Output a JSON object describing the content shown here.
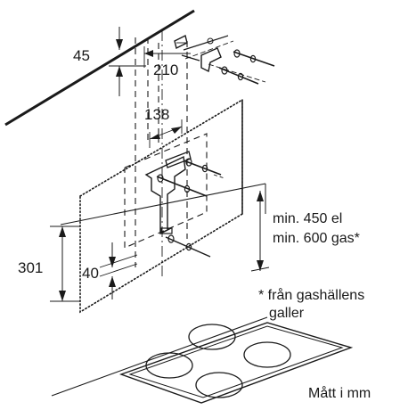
{
  "dimensions": {
    "d45": "45",
    "d210": "210",
    "d138": "138",
    "d301": "301",
    "d40": "40",
    "min_el": "min. 450 el",
    "min_gas": "min. 600 gas*"
  },
  "notes": {
    "gas_line1": "* från gashällens",
    "gas_line2": "galler",
    "units": "Mått i mm"
  }
}
